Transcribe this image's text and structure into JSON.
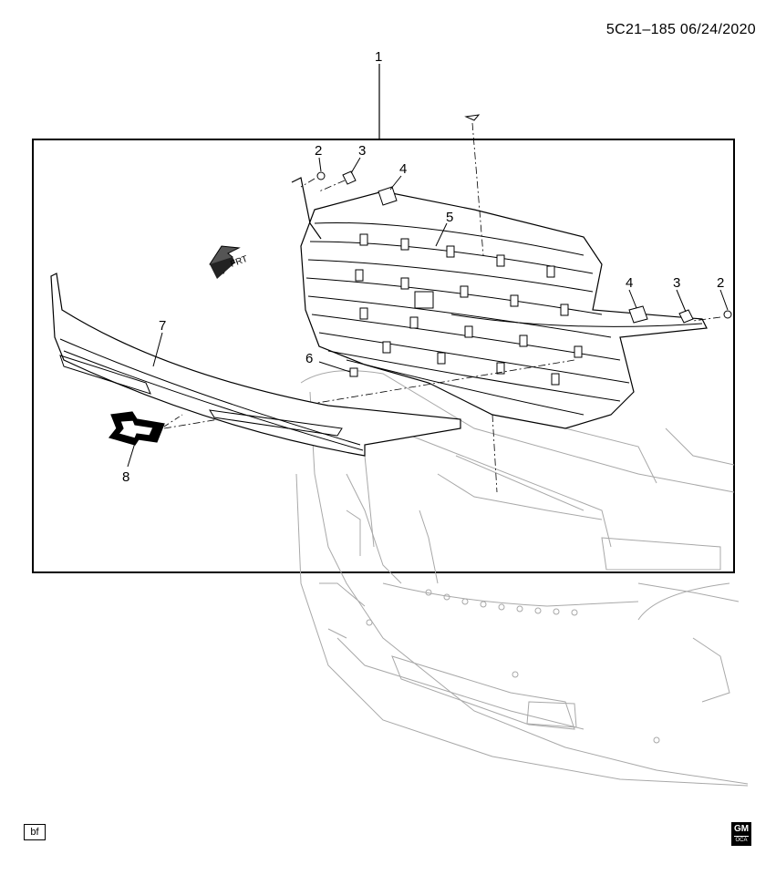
{
  "header": {
    "code": "5C21–185  06/24/2020"
  },
  "callouts": {
    "c1": "1",
    "c2a": "2",
    "c3a": "3",
    "c4a": "4",
    "c5": "5",
    "c4b": "4",
    "c3b": "3",
    "c2b": "2",
    "c6": "6",
    "c7": "7",
    "c8": "8"
  },
  "frt": "FRT",
  "footer": {
    "tag": "bf",
    "logo_top": "GM",
    "logo_bottom": "OCA"
  },
  "icons": {
    "arrow": "front-arrow-icon",
    "logo": "gm-logo-icon",
    "emblem": "bowtie-emblem-icon"
  },
  "colors": {
    "line": "#000000",
    "ghost": "#9a9a9a",
    "background": "#ffffff"
  }
}
